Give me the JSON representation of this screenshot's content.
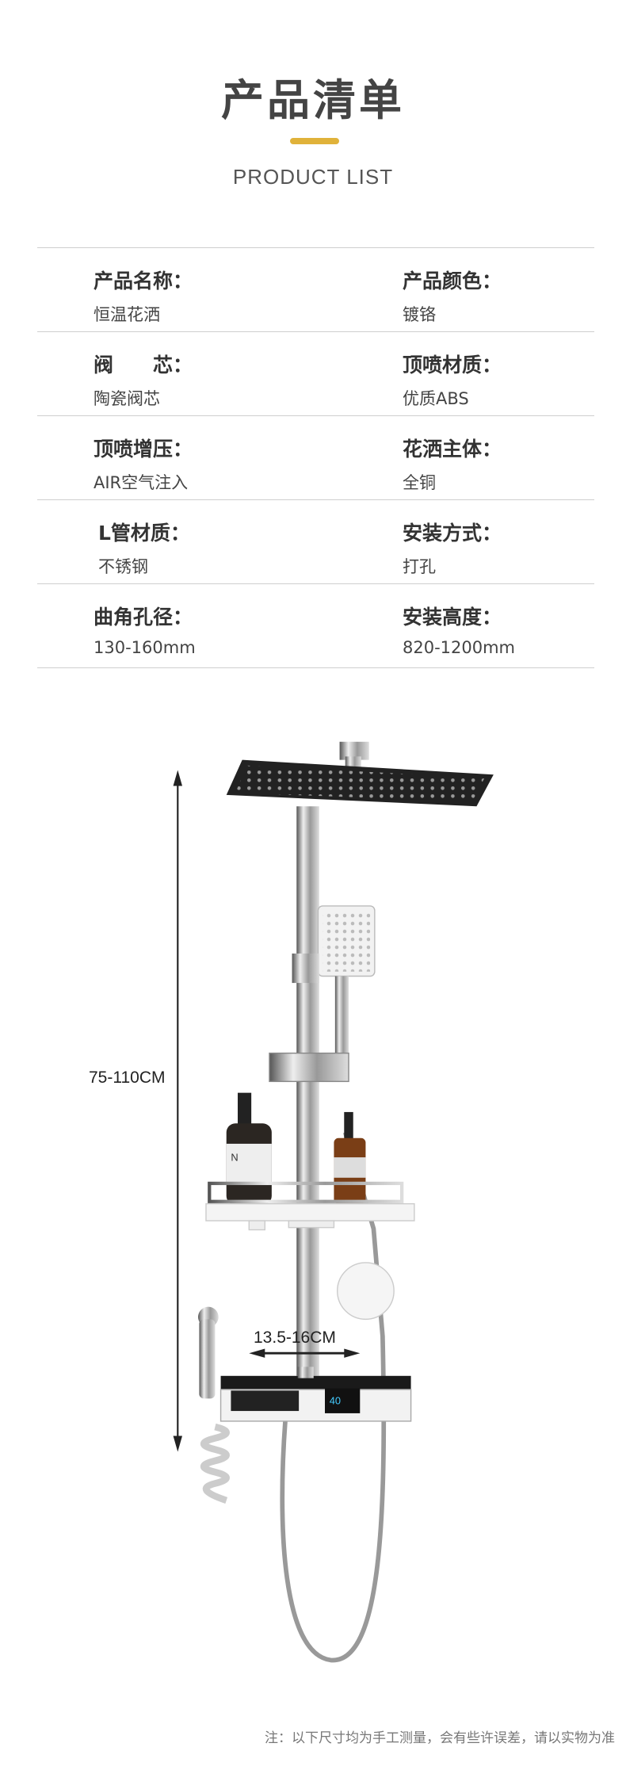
{
  "header": {
    "title": "产品清单",
    "subtitle": "PRODUCT LIST",
    "accent_color": "#e0b23a"
  },
  "specs": [
    {
      "left": {
        "label": "产品名称：",
        "value": "恒温花洒"
      },
      "right": {
        "label": "产品颜色：",
        "value": "镀铬"
      }
    },
    {
      "left": {
        "label": "阀　　芯：",
        "value": "陶瓷阀芯"
      },
      "right": {
        "label": "顶喷材质：",
        "value": "优质ABS"
      }
    },
    {
      "left": {
        "label": "顶喷增压：",
        "value": "AIR空气注入"
      },
      "right": {
        "label": "花洒主体：",
        "value": "全铜"
      }
    },
    {
      "left": {
        "label": "L管材质：",
        "value": "不锈钢"
      },
      "right": {
        "label": "安装方式：",
        "value": "打孔"
      }
    },
    {
      "left": {
        "label": "曲角孔径：",
        "value": "130-160mm"
      },
      "right": {
        "label": "安装高度：",
        "value": "820-1200mm"
      }
    }
  ],
  "product_image": {
    "height_dimension": "75-110CM",
    "width_dimension": "13.5-16CM",
    "display_reading": "40"
  },
  "footer": {
    "note": "注：以下尺寸均为手工测量，会有些许误差，请以实物为准"
  }
}
